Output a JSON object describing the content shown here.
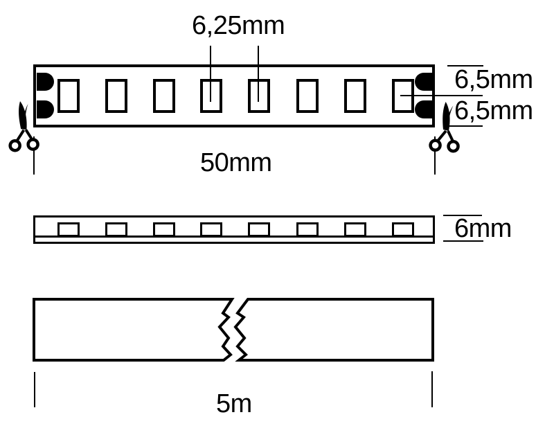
{
  "diagram": {
    "subject": "led-strip-dimension-drawing",
    "colors": {
      "line": "#000000",
      "background": "#ffffff"
    },
    "top_view": {
      "name": "cut segment top view",
      "led_count": 8,
      "solder_pad_count": 4,
      "labels": {
        "led_pitch": "6,25mm",
        "half_width_upper": "6,5mm",
        "half_width_lower": "6,5mm",
        "cut_length": "50mm"
      }
    },
    "side_view": {
      "name": "strip side profile",
      "led_count": 8,
      "labels": {
        "strip_height": "6mm"
      }
    },
    "length_view": {
      "name": "full roll with break symbol",
      "labels": {
        "total_length": "5m"
      }
    }
  }
}
